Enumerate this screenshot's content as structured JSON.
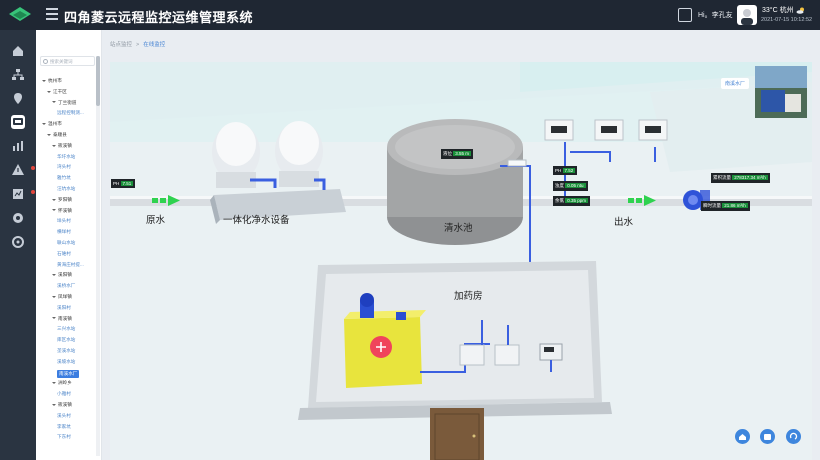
{
  "app": {
    "title": "四角菱云远程监控运维管理系统"
  },
  "header": {
    "greeting": "Hi。李孔友",
    "weather_temp": "33°C 杭州",
    "datetime": "2021-07-15 10:12:52"
  },
  "sidebar": {
    "icons": [
      "home-icon",
      "org-tree-icon",
      "location-icon",
      "monitor-icon",
      "chart-icon",
      "alarm-icon",
      "report-icon",
      "settings-icon",
      "system-gear-icon"
    ]
  },
  "tree": {
    "search_placeholder": "搜索关键词",
    "items": [
      {
        "label": "杭州市",
        "level": 0,
        "caret": true
      },
      {
        "label": "江干区",
        "level": 1,
        "caret": true
      },
      {
        "label": "丁兰街道",
        "level": 2,
        "caret": true
      },
      {
        "label": "远程控制测...",
        "level": 3,
        "leaf": true
      },
      {
        "label": "温州市",
        "level": 0,
        "caret": true
      },
      {
        "label": "泰顺县",
        "level": 1,
        "caret": true
      },
      {
        "label": "筱溪镇",
        "level": 2,
        "caret": true
      },
      {
        "label": "华圩水站",
        "level": 3,
        "leaf": true
      },
      {
        "label": "湾头村",
        "level": 3,
        "leaf": true
      },
      {
        "label": "雅竹坑",
        "level": 3,
        "leaf": true
      },
      {
        "label": "汪坑水站",
        "level": 3,
        "leaf": true
      },
      {
        "label": "罗阳镇",
        "level": 2,
        "caret": true
      },
      {
        "label": "怀溪镇",
        "level": 2,
        "caret": true
      },
      {
        "label": "垟头村",
        "level": 3,
        "leaf": true
      },
      {
        "label": "横垟村",
        "level": 3,
        "leaf": true
      },
      {
        "label": "联山水站",
        "level": 3,
        "leaf": true
      },
      {
        "label": "石碓村",
        "level": 3,
        "leaf": true
      },
      {
        "label": "黄海庄村提...",
        "level": 3,
        "leaf": true
      },
      {
        "label": "溪阳镇",
        "level": 2,
        "caret": true
      },
      {
        "label": "溪桥水厂",
        "level": 3,
        "leaf": true
      },
      {
        "label": "凤垟镇",
        "level": 2,
        "caret": true
      },
      {
        "label": "溪阳村",
        "level": 3,
        "leaf": true
      },
      {
        "label": "南溪镇",
        "level": 2,
        "caret": true
      },
      {
        "label": "三兴水站",
        "level": 3,
        "leaf": true
      },
      {
        "label": "库区水站",
        "level": 3,
        "leaf": true
      },
      {
        "label": "垄溪水站",
        "level": 3,
        "leaf": true
      },
      {
        "label": "溪坡水站",
        "level": 3,
        "leaf": true
      },
      {
        "label": "南溪水厂",
        "level": 3,
        "leaf": true,
        "selected": true
      },
      {
        "label": "洲岭乡",
        "level": 2,
        "caret": true
      },
      {
        "label": "小雅村",
        "level": 3,
        "leaf": true
      },
      {
        "label": "筱溪镇",
        "level": 2,
        "caret": true
      },
      {
        "label": "溪头村",
        "level": 3,
        "leaf": true
      },
      {
        "label": "李家坑",
        "level": 3,
        "leaf": true
      },
      {
        "label": "下东村",
        "level": 3,
        "leaf": true
      }
    ]
  },
  "breadcrumb": {
    "root": "站点监控",
    "separator": ">",
    "current": "在线监控"
  },
  "scene": {
    "station_tag": "南溪水厂",
    "labels": {
      "raw_water": "原水",
      "purifier": "一体化净水设备",
      "clear_pool": "清水池",
      "outlet": "出水",
      "dosing_room": "加药房"
    },
    "readouts": {
      "ph_in_label": "PH",
      "ph_in_value": "7.51",
      "level_label": "液位",
      "level_value": "3.55 m",
      "ph_out_label": "PH",
      "ph_out_value": "7.52",
      "turbidity_label": "浊度",
      "turbidity_value": "0.05 ntu",
      "chlorine_label": "余氯",
      "chlorine_value": "0.35 ppm",
      "cum_flow_label": "累积流量",
      "cum_flow_value": "278317.34 m³/h",
      "inst_flow_label": "瞬时流量",
      "inst_flow_value": "21.86 m³/h"
    }
  },
  "colors": {
    "accent": "#3b7de0",
    "topbar": "#1f2733",
    "sidebar": "#2a3441",
    "pipe_blue": "#3a5fe0",
    "flow_green": "#2fd24f"
  }
}
